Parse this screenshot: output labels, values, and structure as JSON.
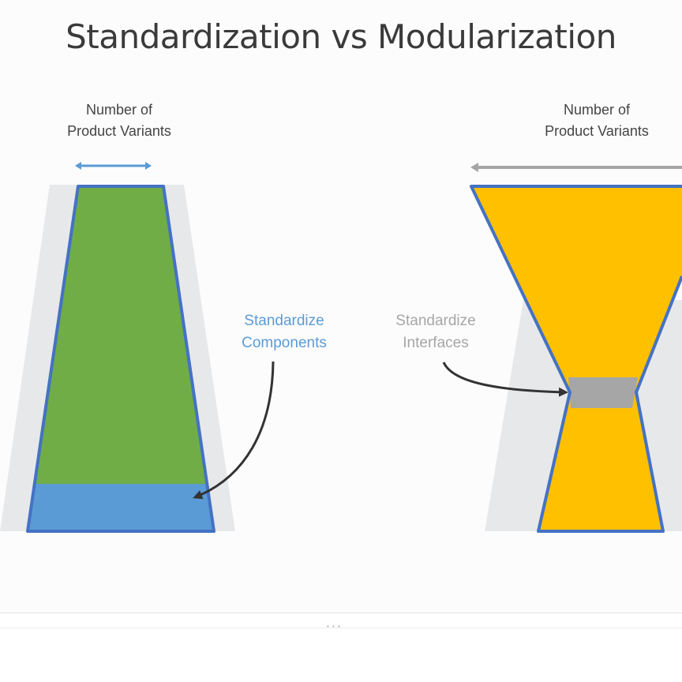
{
  "title": "Standardization vs Modularization",
  "left": {
    "caption_line1": "Number of",
    "caption_line2": "Product Variants",
    "note_line1": "Standardize",
    "note_line2": "Components",
    "arrow_color": "#5b9bd5",
    "fill_color": "#70ad47",
    "band_color": "#5b9bd5",
    "outline_color": "#4472c4"
  },
  "right": {
    "caption_line1": "Number of",
    "caption_line2": "Product Variants",
    "note_line1": "Standardize",
    "note_line2": "Interfaces",
    "arrow_color": "#a6a6a6",
    "fill_color": "#ffc000",
    "band_color": "#a6a6a6",
    "outline_color": "#4472c4"
  },
  "colors": {
    "shadow": "#e7e8ea",
    "curve_arrow": "#333333",
    "note_left": "#5b9bd5",
    "note_right": "#a6a6a6"
  },
  "grip_icon": "drag-handle-icon"
}
